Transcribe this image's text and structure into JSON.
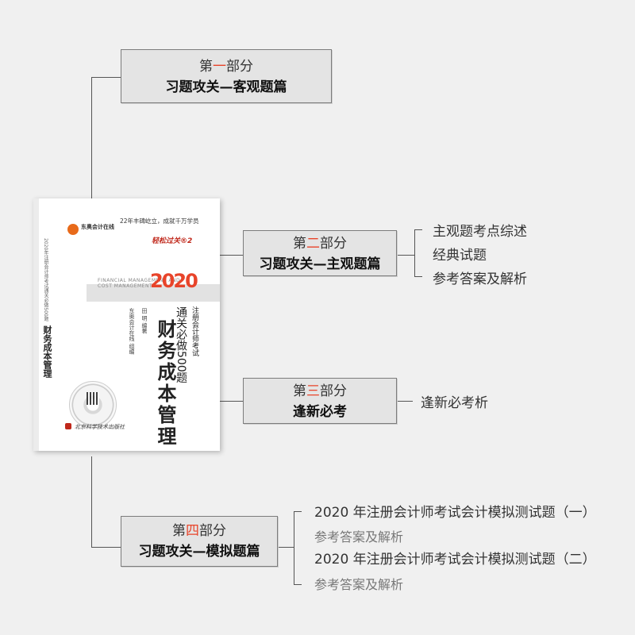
{
  "book": {
    "logo": "东奥会计在线",
    "slogan": "22年丰碑屹立，成就千万学员",
    "series": "轻松过关®2",
    "year": "2020",
    "english": "FINANCIAL MANAGEMENT AND COST MANAGEMENT",
    "title": "财务成本管理",
    "subtitle": "通关必做500题",
    "exam": "注册会计师考试",
    "author": "田 明 编著",
    "org": "东奥会计在线 组编",
    "spine_title": "财务成本管理",
    "spine_sub": "2020年注册会计师考试通关必做500题",
    "publisher": "北京科学技术出版社"
  },
  "parts": [
    {
      "prefix": "第",
      "num": "一",
      "suffix": "部分",
      "title": "习题攻关—客观题篇"
    },
    {
      "prefix": "第",
      "num": "二",
      "suffix": "部分",
      "title": "习题攻关—主观题篇"
    },
    {
      "prefix": "第",
      "num": "三",
      "suffix": "部分",
      "title": "逢新必考"
    },
    {
      "prefix": "第",
      "num": "四",
      "suffix": "部分",
      "title": "习题攻关—模拟题篇"
    }
  ],
  "part2_items": [
    "主观题考点综述",
    "经典试题",
    "参考答案及解析"
  ],
  "part3_items": [
    "逢新必考析"
  ],
  "part4_items": [
    "2020 年注册会计师考试会计模拟测试题（一）",
    "参考答案及解析",
    "2020 年注册会计师考试会计模拟测试题（二）",
    "参考答案及解析"
  ],
  "colors": {
    "accent": "#e8442a",
    "box": "#e4e4e4",
    "line": "#555555"
  }
}
